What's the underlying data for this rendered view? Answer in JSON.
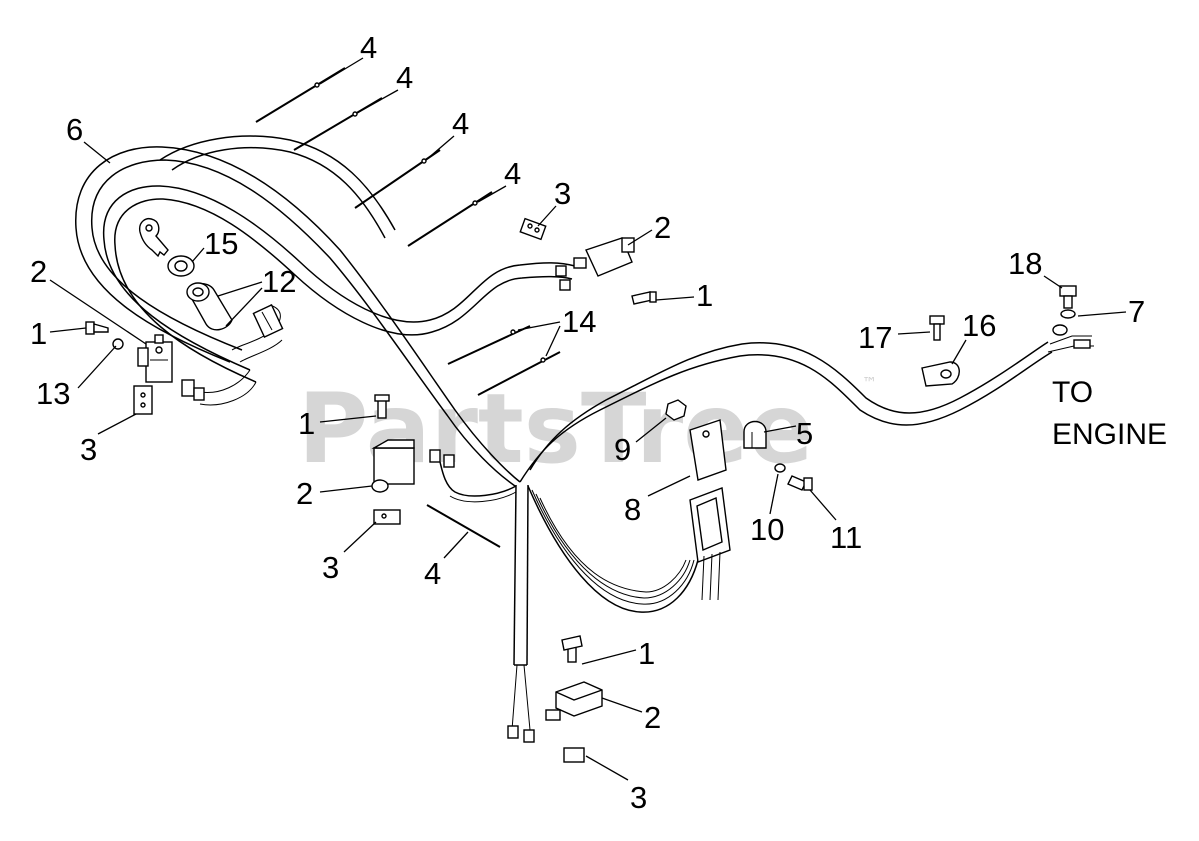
{
  "watermark": {
    "text": "PartsTree",
    "trademark": "™"
  },
  "destination_label": {
    "line1": "TO",
    "line2": "ENGINE"
  },
  "callouts": [
    {
      "id": "c1",
      "label": "4"
    },
    {
      "id": "c2",
      "label": "4"
    },
    {
      "id": "c3",
      "label": "4"
    },
    {
      "id": "c4",
      "label": "4"
    },
    {
      "id": "c5",
      "label": "6"
    },
    {
      "id": "c6",
      "label": "3"
    },
    {
      "id": "c7",
      "label": "2"
    },
    {
      "id": "c8",
      "label": "15"
    },
    {
      "id": "c9",
      "label": "12"
    },
    {
      "id": "c10",
      "label": "2"
    },
    {
      "id": "c11",
      "label": "1"
    },
    {
      "id": "c12",
      "label": "18"
    },
    {
      "id": "c13",
      "label": "7"
    },
    {
      "id": "c14",
      "label": "1"
    },
    {
      "id": "c15",
      "label": "14"
    },
    {
      "id": "c16",
      "label": "17"
    },
    {
      "id": "c17",
      "label": "16"
    },
    {
      "id": "c18",
      "label": "13"
    },
    {
      "id": "c19",
      "label": "3"
    },
    {
      "id": "c20",
      "label": "1"
    },
    {
      "id": "c21",
      "label": "5"
    },
    {
      "id": "c22",
      "label": "9"
    },
    {
      "id": "c23",
      "label": "2"
    },
    {
      "id": "c24",
      "label": "8"
    },
    {
      "id": "c25",
      "label": "10"
    },
    {
      "id": "c26",
      "label": "11"
    },
    {
      "id": "c27",
      "label": "3"
    },
    {
      "id": "c28",
      "label": "4"
    },
    {
      "id": "c29",
      "label": "1"
    },
    {
      "id": "c30",
      "label": "2"
    },
    {
      "id": "c31",
      "label": "3"
    }
  ]
}
